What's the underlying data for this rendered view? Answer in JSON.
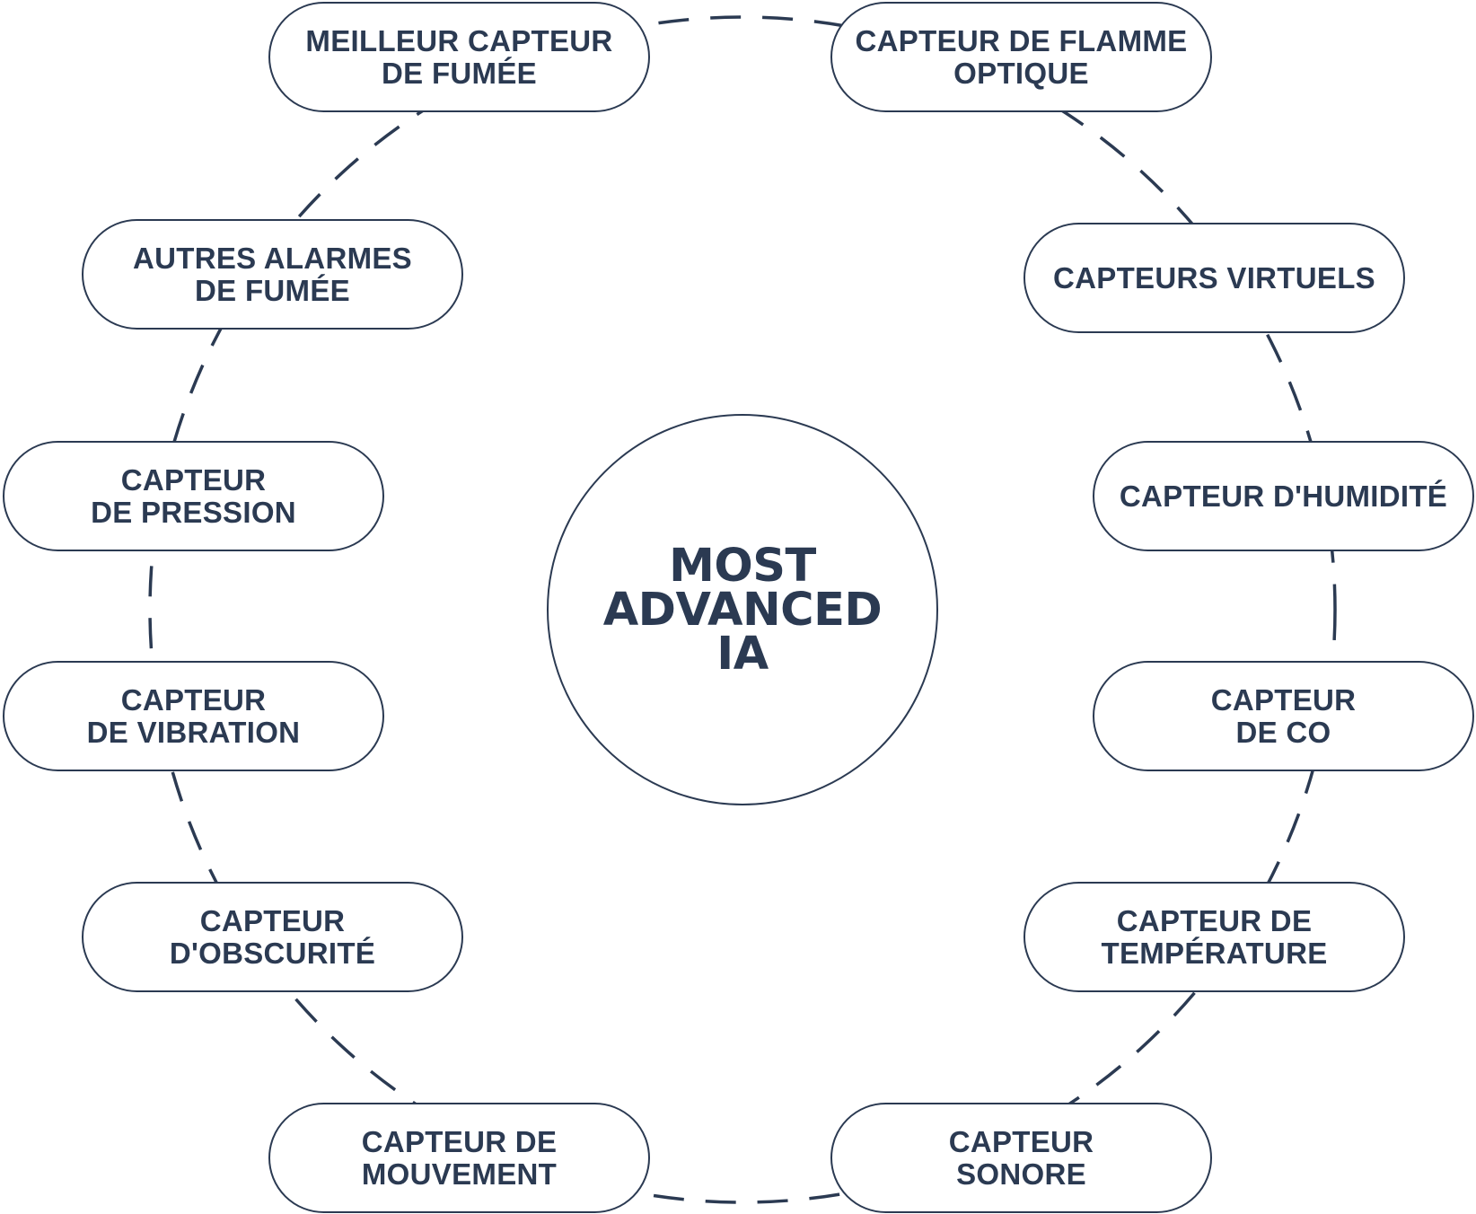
{
  "colors": {
    "ink": "#2b3a52",
    "background": "#ffffff"
  },
  "center": {
    "title": "MOST\nADVANCED\nIA"
  },
  "nodes": [
    {
      "id": "best-smoke",
      "label": "MEILLEUR CAPTEUR\nDE FUMÉE"
    },
    {
      "id": "optical-flame",
      "label": "CAPTEUR DE FLAMME\nOPTIQUE"
    },
    {
      "id": "other-smoke-alarms",
      "label": "AUTRES ALARMES\nDE FUMÉE"
    },
    {
      "id": "virtual-sensors",
      "label": "CAPTEURS VIRTUELS"
    },
    {
      "id": "pressure",
      "label": "CAPTEUR\nDE PRESSION"
    },
    {
      "id": "humidity",
      "label": "CAPTEUR D'HUMIDITÉ"
    },
    {
      "id": "vibration",
      "label": "CAPTEUR\nDE VIBRATION"
    },
    {
      "id": "co",
      "label": "CAPTEUR\nDE CO"
    },
    {
      "id": "darkness",
      "label": "CAPTEUR\nD'OBSCURITÉ"
    },
    {
      "id": "temperature",
      "label": "CAPTEUR DE\nTEMPÉRATURE"
    },
    {
      "id": "motion",
      "label": "CAPTEUR DE\nMOUVEMENT"
    },
    {
      "id": "sound",
      "label": "CAPTEUR\nSONORE"
    }
  ]
}
